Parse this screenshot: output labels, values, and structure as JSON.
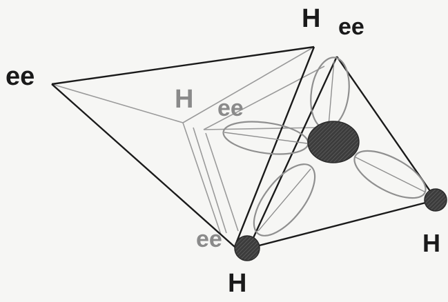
{
  "labels": {
    "h_top": "H",
    "ee_top": "ee",
    "ee_left": "ee",
    "h_back": "H",
    "ee_back": "ee",
    "ee_bottom": "ee",
    "h_bottom": "H",
    "h_right": "H"
  },
  "colors": {
    "line": "#1a1a1a",
    "faded_line": "#9a9a9a",
    "orbital_stroke": "#8f8f8f",
    "center_atom": "#3a3a3a",
    "h_atom": "#2e2e2e"
  }
}
